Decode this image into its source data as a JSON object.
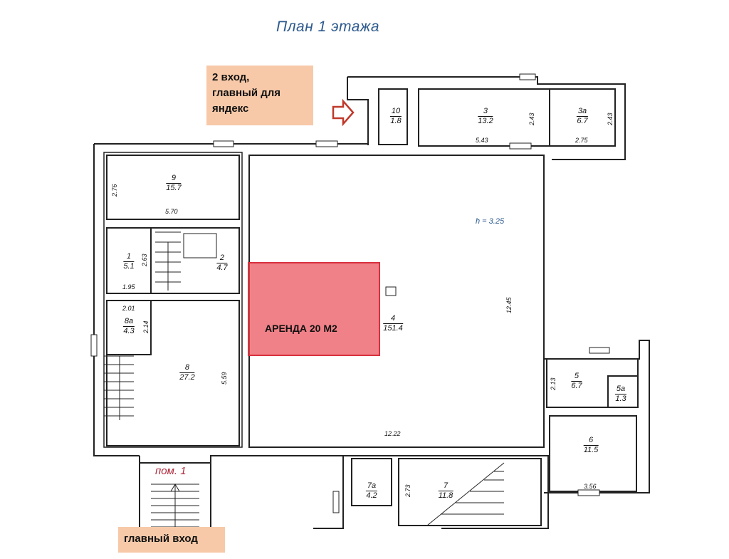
{
  "title": "План 1 этажа",
  "entrance2": {
    "line1": "2 вход,",
    "line2": "главный для",
    "line3": "яндекс"
  },
  "main_entrance": "главный вход",
  "rent_label": "АРЕНДА  20 М2",
  "height_note": "h = 3.25",
  "pom_label": "пом. 1",
  "colors": {
    "wall": "#222222",
    "rent_fill": "#eb505a",
    "note_bg": "#f7c9a8",
    "title": "#2d5a8e",
    "arrow": "#c0392b"
  },
  "rooms": [
    {
      "num": "10",
      "area": "1.8"
    },
    {
      "num": "3",
      "area": "13.2"
    },
    {
      "num": "3а",
      "area": "6.7"
    },
    {
      "num": "9",
      "area": "15.7"
    },
    {
      "num": "1",
      "area": "5.1"
    },
    {
      "num": "2",
      "area": "4.7"
    },
    {
      "num": "8а",
      "area": "4.3"
    },
    {
      "num": "8",
      "area": "27.2"
    },
    {
      "num": "4",
      "area": "151.4"
    },
    {
      "num": "5",
      "area": "6.7"
    },
    {
      "num": "5а",
      "area": "1.3"
    },
    {
      "num": "6",
      "area": "11.5"
    },
    {
      "num": "7а",
      "area": "4.2"
    },
    {
      "num": "7",
      "area": "11.8"
    }
  ],
  "dims": {
    "d243a": "2.43",
    "d543": "5.43",
    "d243b": "2.43",
    "d275": "2.75",
    "d276": "2.76",
    "d570": "5.70",
    "d263": "2.63",
    "d195": "1.95",
    "d201": "2.01",
    "d214": "2.14",
    "d559": "5.59",
    "d1245": "12.45",
    "d1222": "12.22",
    "d213": "2.13",
    "d356": "3.56",
    "d273": "2.73"
  }
}
